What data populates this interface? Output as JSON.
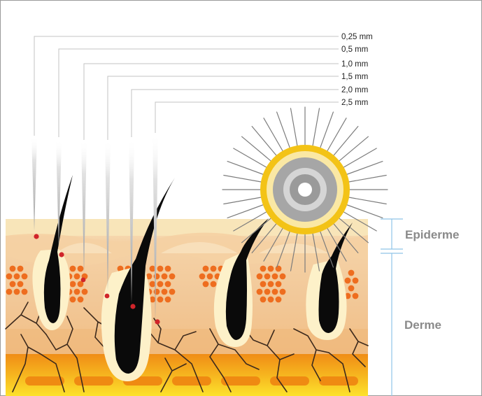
{
  "needle_lengths": [
    "0,25 mm",
    "0,5 mm",
    "1,0 mm",
    "1,5 mm",
    "2,0 mm",
    "2,5 mm"
  ],
  "layers": {
    "epidermis": "Epiderme",
    "dermis": "Derme"
  },
  "colors": {
    "epidermis_top": "#f7e3b6",
    "epidermis": "#f5d2a6",
    "dermis": "#f1c28e",
    "fat": "#f4a11c",
    "fat_bottom": "#fde22c",
    "cells": "#ee6d1f",
    "follicle": "#fdf1c9",
    "hair": "#0a0a0a",
    "nerves": "#3d2a1d",
    "roller_ring": "#f3c316",
    "roller_grey": "#a6a6a6",
    "needle": "#bdbdbd",
    "bracket": "#8fc4e8",
    "blood_dot": "#d0242a"
  },
  "icons": [
    "needle-icon",
    "hair-follicle-icon",
    "dermaroller-icon"
  ]
}
